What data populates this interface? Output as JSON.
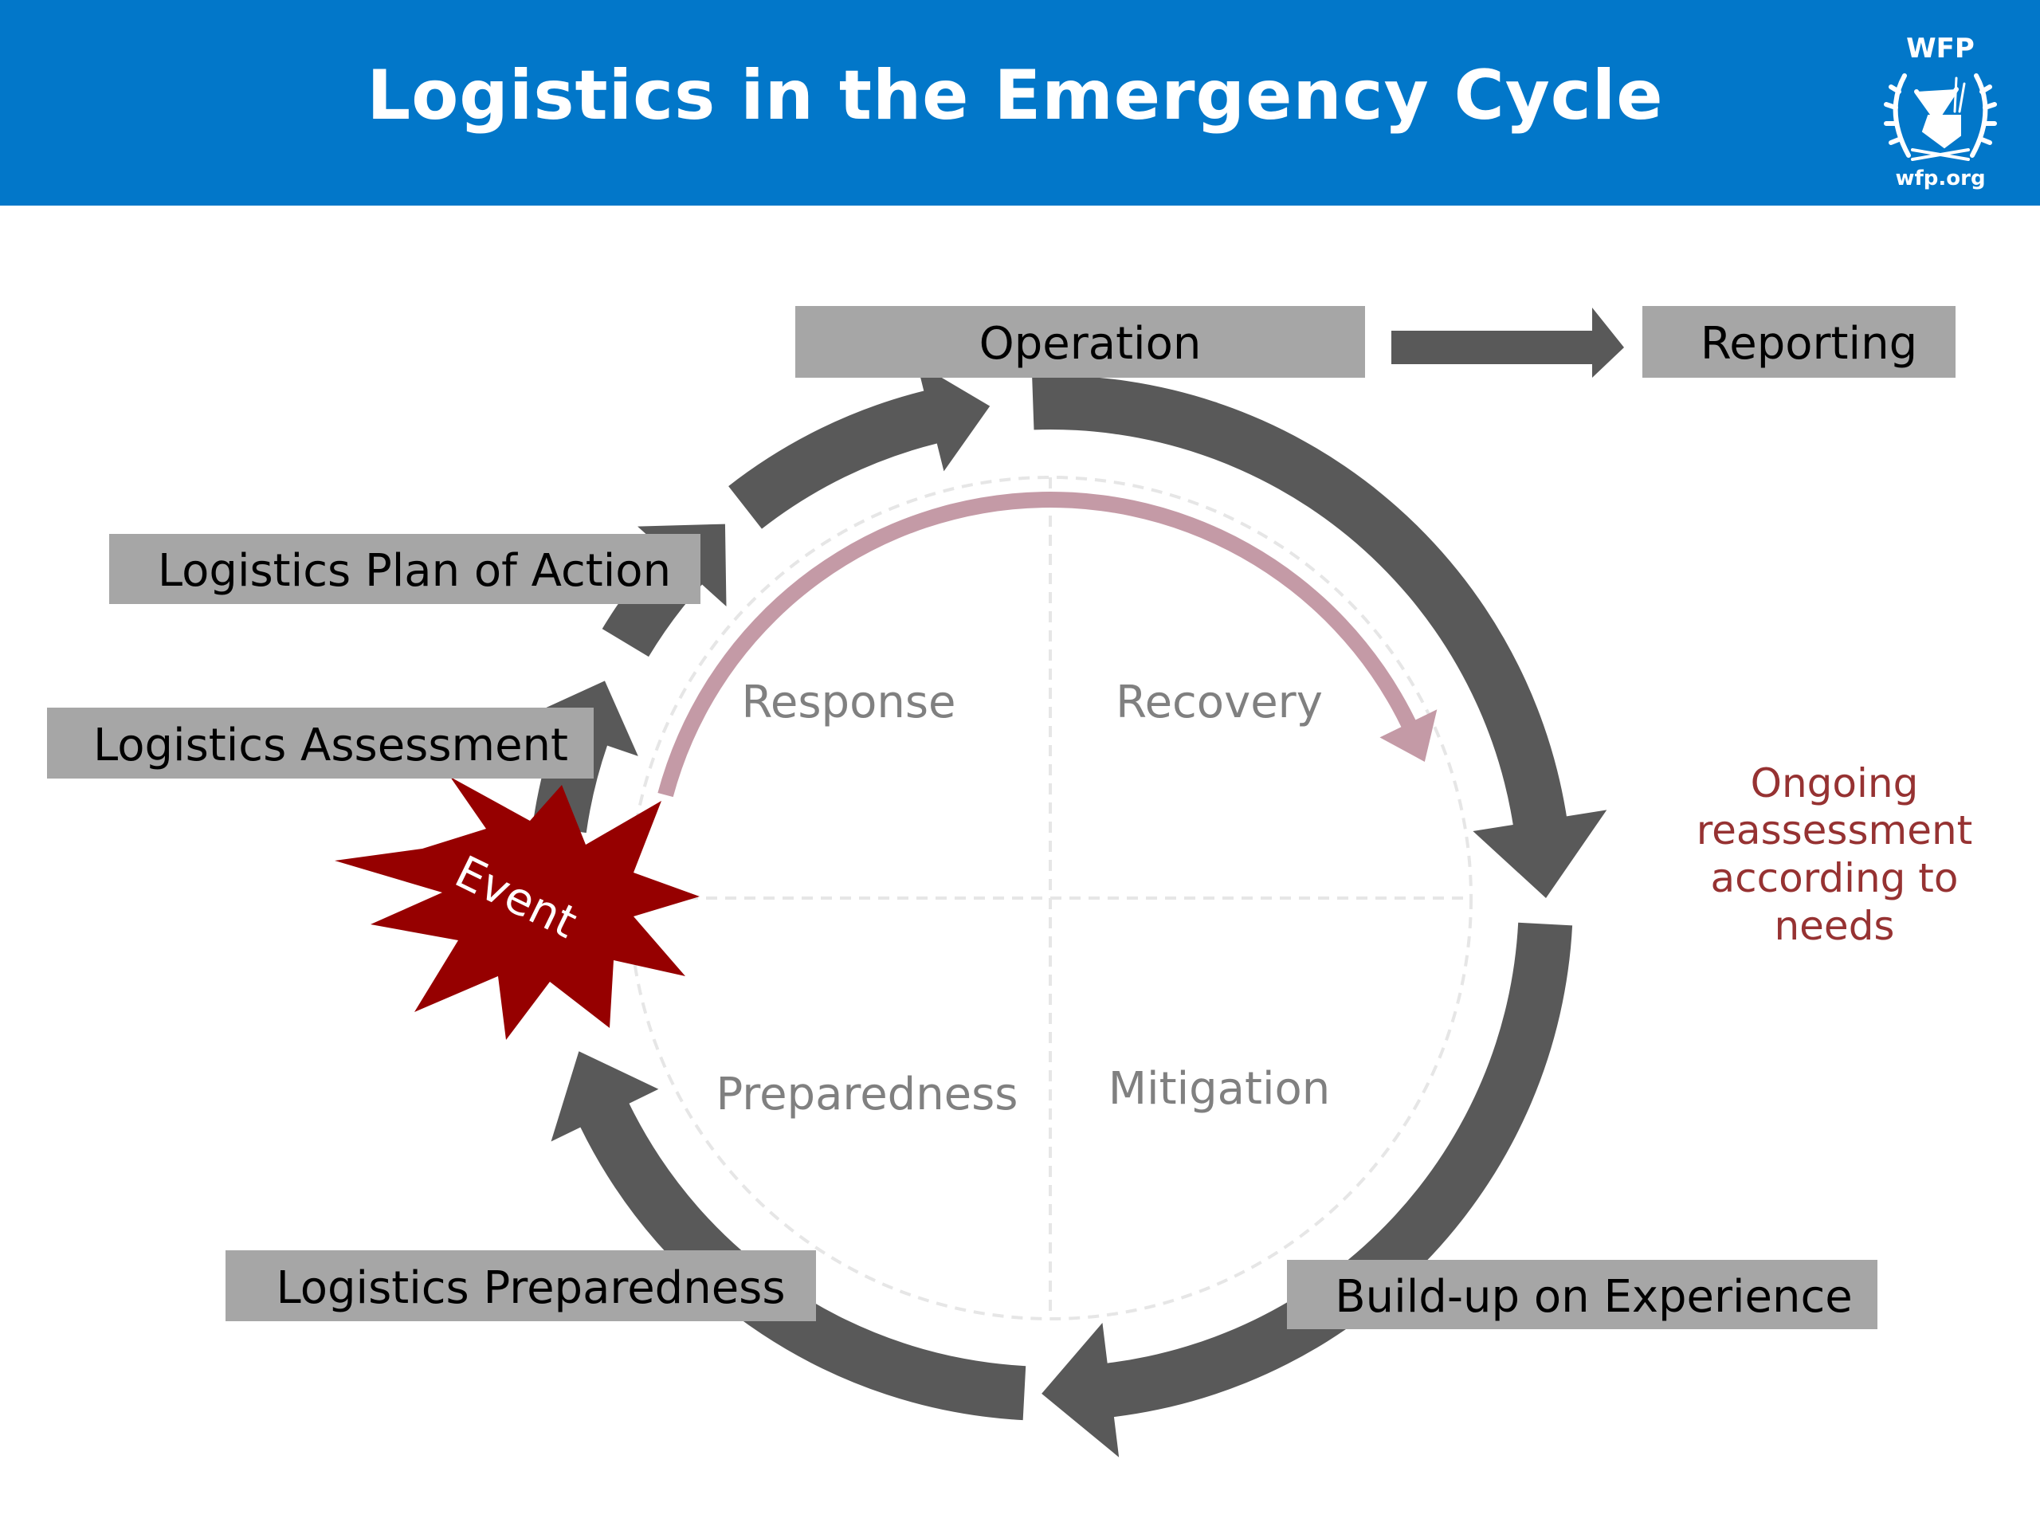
{
  "header": {
    "title": "Logistics in the Emergency Cycle",
    "background_color": "#0277C9",
    "logo": {
      "name": "WFP",
      "url_text": "wfp.org",
      "icon": "wfp-emblem-icon"
    }
  },
  "diagram": {
    "top_row": {
      "operation": "Operation",
      "reporting": "Reporting",
      "arrow": "right-arrow-icon"
    },
    "stage_boxes": {
      "plan_of_action": "Logistics Plan of Action",
      "assessment": "Logistics Assessment",
      "preparedness": "Logistics Preparedness",
      "build_up": "Build-up on Experience"
    },
    "quadrants": {
      "top_left": "Response",
      "top_right": "Recovery",
      "bottom_left": "Preparedness",
      "bottom_right": "Mitigation"
    },
    "event": {
      "label": "Event",
      "color": "#960000"
    },
    "side_note": {
      "lines": [
        "Ongoing",
        "reassessment",
        "according to",
        "needs"
      ],
      "color": "#963232"
    },
    "colors": {
      "box_fill": "#A6A6A6",
      "cycle_arrow": "#595959",
      "inner_arrow": "#C49AA6",
      "quadrant_text": "#808080"
    }
  }
}
